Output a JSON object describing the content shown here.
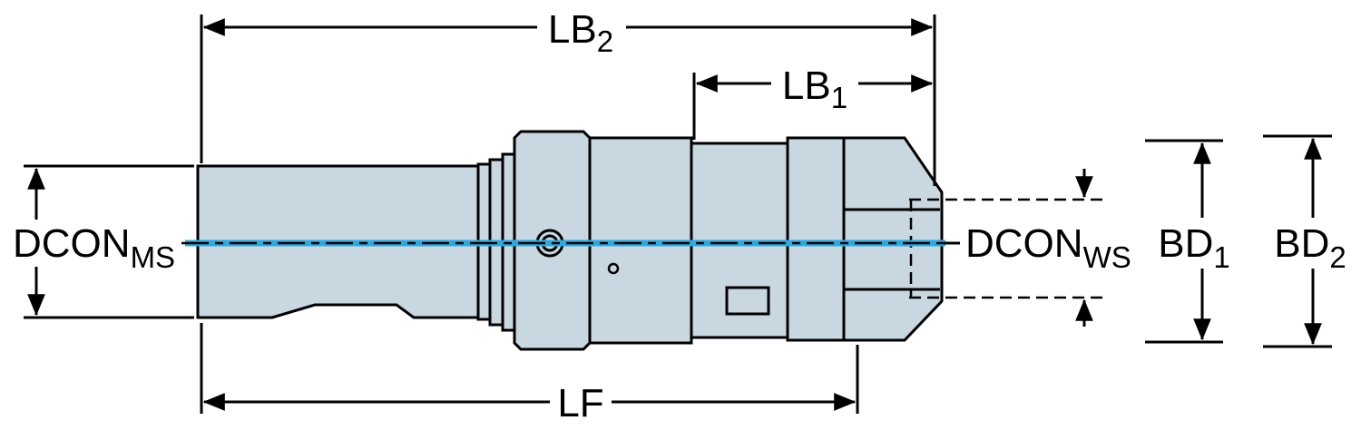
{
  "diagram": {
    "type": "technical-dimension-drawing",
    "subject": "tool-holder-adapter-side-view",
    "colors": {
      "body_fill": "#c9d7e0",
      "outline": "#000000",
      "centerline": "#29abe2",
      "background": "#ffffff"
    },
    "labels": {
      "lb2": {
        "main": "LB",
        "sub": "2"
      },
      "lb1": {
        "main": "LB",
        "sub": "1"
      },
      "lf": {
        "main": "LF",
        "sub": ""
      },
      "dcon_ms": {
        "main": "DCON",
        "sub": "MS"
      },
      "dcon_ws": {
        "main": "DCON",
        "sub": "WS"
      },
      "bd1": {
        "main": "BD",
        "sub": "1"
      },
      "bd2": {
        "main": "BD",
        "sub": "2"
      }
    }
  }
}
